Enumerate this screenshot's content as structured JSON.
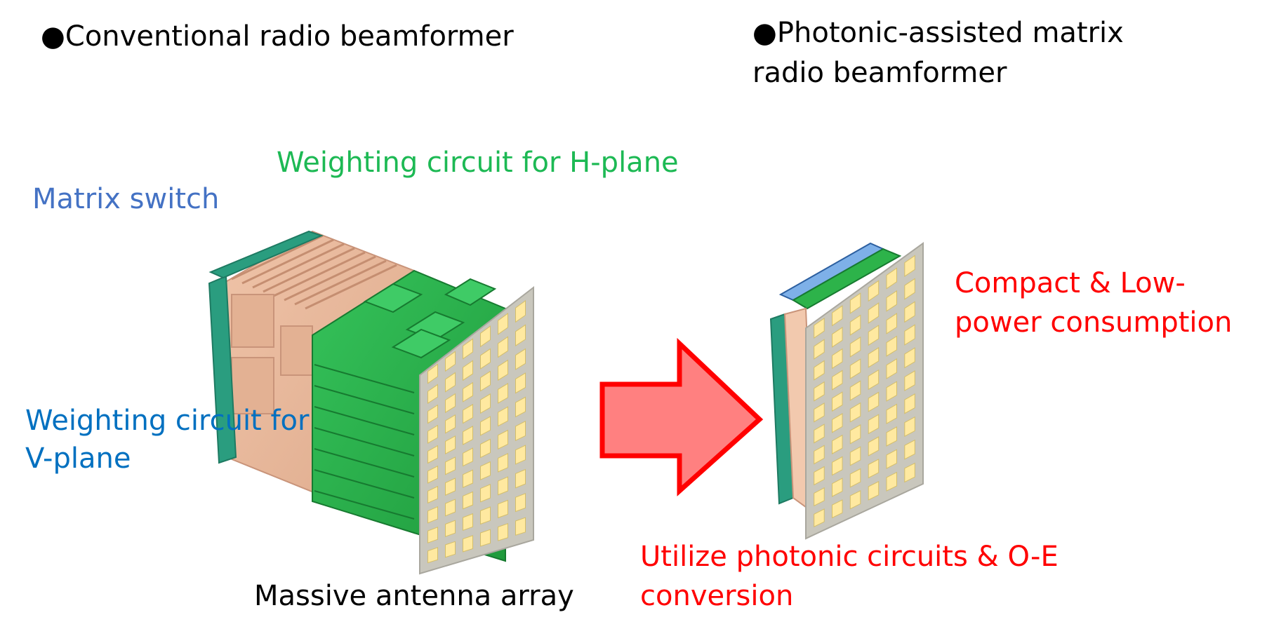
{
  "headings": {
    "left": "●Conventional radio beamformer",
    "right_line1": "●Photonic-assisted matrix",
    "right_line2": "radio beamformer"
  },
  "labels": {
    "h_plane": "Weighting circuit for H-plane",
    "matrix_switch": "Matrix switch",
    "v_plane_line1": "Weighting circuit for",
    "v_plane_line2": "V-plane",
    "antenna_array": "Massive antenna  array",
    "compact_line1": "Compact & Low-",
    "compact_line2": "power consumption",
    "utilize_line1": "Utilize photonic circuits & O-E",
    "utilize_line2": "conversion"
  },
  "colors": {
    "matrix_switch": "#4472C4",
    "v_plane": "#0070C0",
    "h_plane": "#1DB954",
    "highlight": "#FF0000",
    "copper_board": "#E8B89A",
    "green_board": "#2DB34A",
    "teal_board": "#2A9D7F",
    "antenna_frame": "#C9C7BD",
    "antenna_element": "#FFE9A0",
    "arrow_fill": "#FF8080",
    "arrow_stroke": "#FF0000"
  }
}
